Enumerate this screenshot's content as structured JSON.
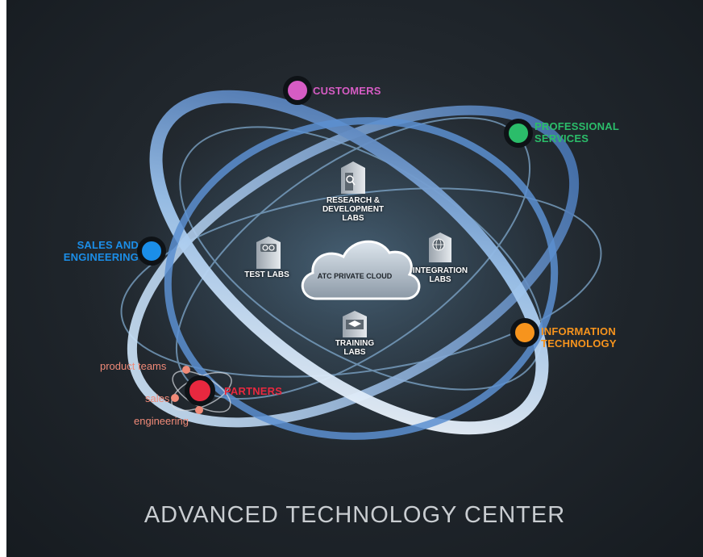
{
  "footer_title": "ADVANCED TECHNOLOGY CENTER",
  "center": {
    "label": "ATC PRIVATE CLOUD"
  },
  "labs": {
    "rnd": "RESEARCH & DEVELOPMENT LABS",
    "test": "TEST LABS",
    "integration": "INTEGRATION LABS",
    "training": "TRAINING LABS"
  },
  "nodes": {
    "customers": {
      "label": "CUSTOMERS",
      "color": "#d65cc4"
    },
    "professional_services": {
      "label": "PROFESSIONAL SERVICES",
      "color": "#2bbd6a"
    },
    "sales_engineering": {
      "label": "SALES AND ENGINEERING",
      "color": "#1b8ee8"
    },
    "information_technology": {
      "label": "INFORMATION TECHNOLOGY",
      "color": "#f7941d"
    },
    "partners": {
      "label": "PARTNERS",
      "color": "#e8283f"
    }
  },
  "partner_subnodes": {
    "product_teams": "product teams",
    "sales": "sales",
    "engineering": "engineering",
    "color": "#f08a78"
  },
  "icons": {
    "test": "link-building-icon",
    "rnd": "search-building-icon",
    "integration": "globe-building-icon",
    "training": "graduation-cap-building-icon"
  }
}
